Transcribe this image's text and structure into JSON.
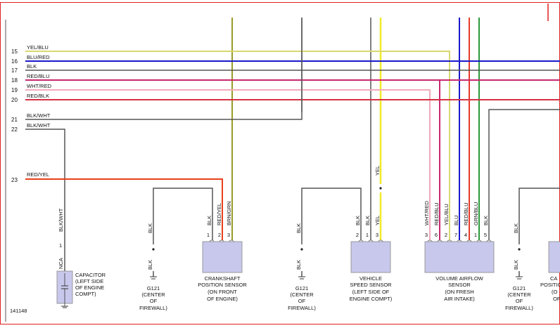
{
  "diagram_id": "141148",
  "rows": [
    {
      "num": "15",
      "label": "YEL/BLU",
      "color": "#d8d870"
    },
    {
      "num": "16",
      "label": "BLU/RED",
      "color": "#1a1acc"
    },
    {
      "num": "17",
      "label": "BLK",
      "color": "#555555"
    },
    {
      "num": "18",
      "label": "RED/BLU",
      "color": "#c8286e"
    },
    {
      "num": "19",
      "label": "WHT/RED",
      "color": "#f2aab8"
    },
    {
      "num": "20",
      "label": "RED/BLK",
      "color": "#d63044"
    },
    {
      "num": "21",
      "label": "BLK/WHT",
      "color": "#555555"
    },
    {
      "num": "22",
      "label": "BLK/WHT",
      "color": "#555555"
    },
    {
      "num": "23",
      "label": "RED/YEL",
      "color": "#e8401a"
    }
  ],
  "capacitor": {
    "wire_label": "BLK/WHT",
    "pin": "1",
    "nca": "NCA",
    "lines": [
      "CAPACITOR",
      "(LEFT SIDE",
      "OF ENGINE",
      "COMPT)"
    ]
  },
  "grounds": [
    {
      "wire_top": "BLK",
      "wire_bottom": "BLK",
      "name": "G121",
      "lines": [
        "(CENTER",
        "OF",
        "FIREWALL)"
      ]
    },
    {
      "wire_top": "BLK",
      "wire_bottom": "BLK",
      "name": "G121",
      "lines": [
        "(CENTER",
        "OF",
        "FIREWALL)"
      ]
    },
    {
      "wire_top": "BLK",
      "wire_bottom": "BLK",
      "name": "G121",
      "lines": [
        "(CENTER",
        "OF",
        "FIREWALL)"
      ]
    }
  ],
  "crankshaft": {
    "pins": [
      {
        "num": "1",
        "wire": "BLK"
      },
      {
        "num": "2",
        "wire": "RED/YEL"
      },
      {
        "num": "3",
        "wire": "BRN/GRN"
      }
    ],
    "lines": [
      "CRANKSHAFT",
      "POSITION SENSOR",
      "(ON FRONT",
      "OF ENGINE)"
    ]
  },
  "vss": {
    "pins": [
      {
        "num": "2",
        "wire": "BLK"
      },
      {
        "num": "1",
        "wire": "BLK"
      },
      {
        "num": "3",
        "wire": "YEL"
      }
    ],
    "top_wire": "YEL",
    "lines": [
      "VEHICLE",
      "SPEED SENSOR",
      "(LEFT SIDE OF",
      "ENGINE COMPT)"
    ]
  },
  "vaf": {
    "pins": [
      {
        "num": "3",
        "wire": "WHT/RED"
      },
      {
        "num": "6",
        "wire": "RED/BLU"
      },
      {
        "num": "2",
        "wire": "YEL/BLU"
      },
      {
        "num": "7",
        "wire": "BLU"
      },
      {
        "num": "4",
        "wire": "RED/BLU"
      },
      {
        "num": "1",
        "wire": "GRN/BLU"
      },
      {
        "num": "5",
        "wire": "BLK"
      }
    ],
    "lines": [
      "VOLUME AIRFLOW",
      "SENSOR",
      "(ON FRESH",
      "AIR INTAKE)"
    ]
  },
  "partial_right": {
    "wire_top": "BLK",
    "wire_bottom": "BLK",
    "name": "G121",
    "lines": [
      "(CENTER",
      "OF",
      "FIREWALL)"
    ],
    "cut_lines": [
      "CA",
      "POSITIO",
      "(O",
      "OF"
    ]
  },
  "colors": {
    "brn_grn": "#9a9a28",
    "yel": "#f0ea2a",
    "blu": "#1a1acc",
    "red": "#e83a2a",
    "grn": "#2a9a3a",
    "gray": "#555555",
    "connector": "#c8c8ec",
    "border": "#e02020"
  }
}
